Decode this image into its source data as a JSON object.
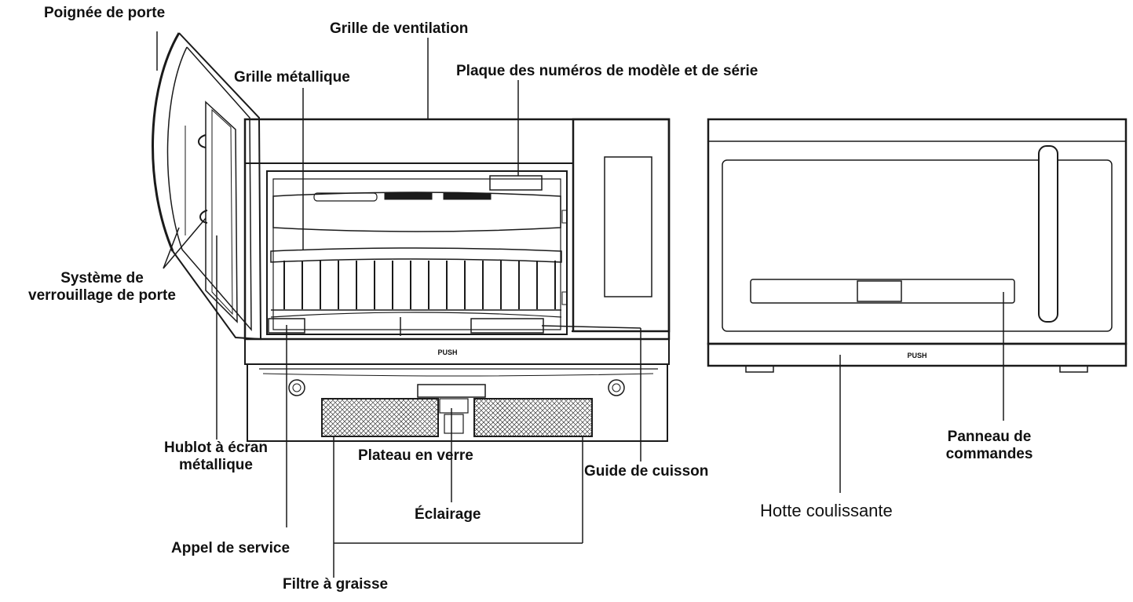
{
  "labels": {
    "door_handle": "Poignée de porte",
    "vent_grille": "Grille de ventilation",
    "metal_rack": "Grille métallique",
    "model_plate": "Plaque des numéros de modèle et de série",
    "door_lock_line1": "Système de",
    "door_lock_line2": "verrouillage de porte",
    "window_line1": "Hublot à écran",
    "window_line2": "métallique",
    "glass_tray": "Plateau en verre",
    "cooking_guide": "Guide de cuisson",
    "lighting": "Éclairage",
    "service_call": "Appel de service",
    "grease_filter": "Filtre à graisse",
    "control_panel_line1": "Panneau de",
    "control_panel_line2": "commandes",
    "sliding_hood": "Hotte coulissante"
  },
  "push_label": "PUSH"
}
